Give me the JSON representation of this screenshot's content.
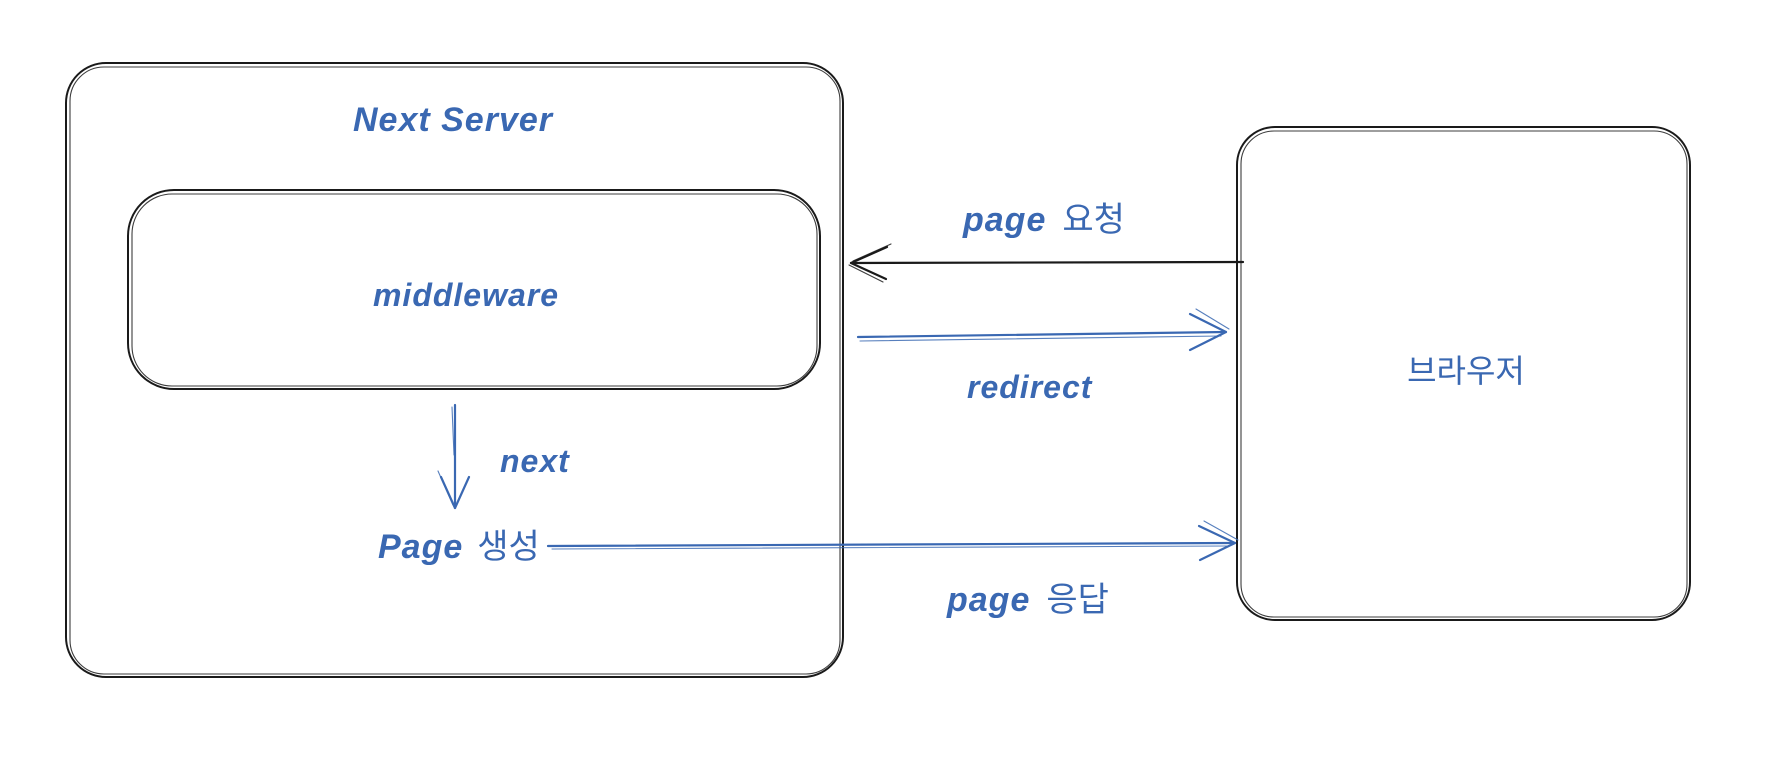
{
  "colors": {
    "accent_blue": "#3a68b2",
    "ink_black": "#1a1a1a",
    "background": "#ffffff"
  },
  "diagram": {
    "next_server": {
      "title": "Next Server"
    },
    "middleware": {
      "label": "middleware"
    },
    "browser": {
      "label": "브라우저"
    },
    "flows": {
      "next_arrow": {
        "label": "next"
      },
      "page_create": {
        "en": "Page",
        "ko": "생성"
      },
      "page_request": {
        "en": "page",
        "ko": "요청"
      },
      "redirect": {
        "label": "redirect"
      },
      "page_response": {
        "en": "page",
        "ko": "응답"
      }
    }
  }
}
